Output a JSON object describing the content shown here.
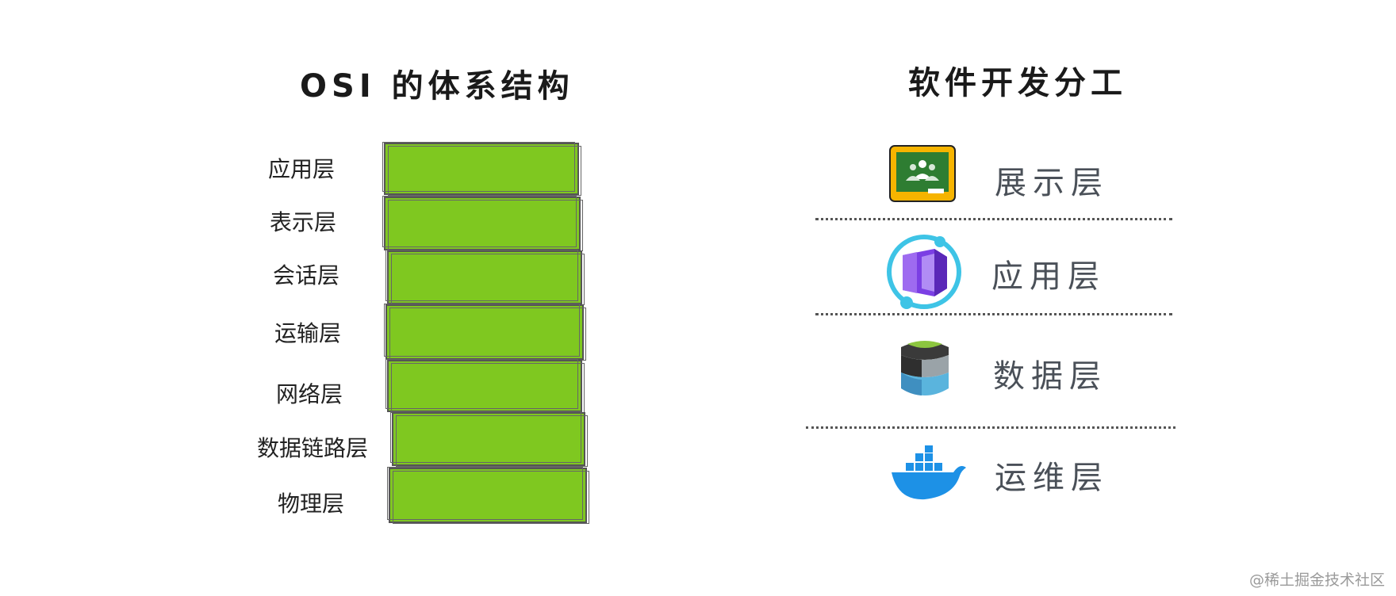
{
  "osi": {
    "title": "OSI 的体系结构",
    "layers": [
      "应用层",
      "表示层",
      "会话层",
      "运输层",
      "网络层",
      "数据链路层",
      "物理层"
    ],
    "fill_color": "#7fc820"
  },
  "dev": {
    "title": "软件开发分工",
    "layers": [
      {
        "label": "展示层",
        "icon": "classroom-icon"
      },
      {
        "label": "应用层",
        "icon": "container-app-icon"
      },
      {
        "label": "数据层",
        "icon": "database-icon"
      },
      {
        "label": "运维层",
        "icon": "docker-whale-icon"
      }
    ]
  },
  "watermark": "@稀土掘金技术社区"
}
